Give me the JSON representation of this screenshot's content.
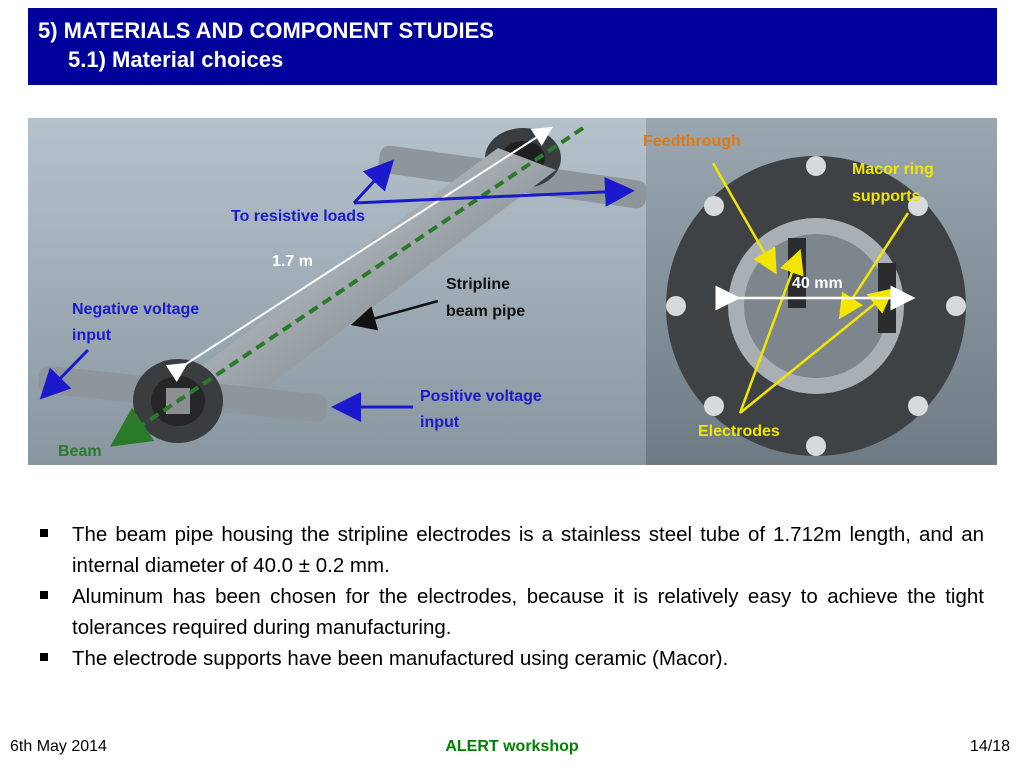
{
  "header": {
    "title": "5) MATERIALS AND COMPONENT STUDIES",
    "subtitle": "5.1) Material choices"
  },
  "figure": {
    "labels": {
      "to_resistive_loads": "To resistive loads",
      "length": "1.7 m",
      "stripline_1": "Stripline",
      "stripline_2": "beam pipe",
      "negative_1": "Negative voltage",
      "negative_2": "input",
      "positive_1": "Positive voltage",
      "positive_2": "input",
      "beam": "Beam",
      "feedthrough": "Feedthrough",
      "macor_1": "Macor ring",
      "macor_2": "supports",
      "diameter": "40 mm",
      "electrodes": "Electrodes"
    },
    "colors": {
      "blue": "#1a1acc",
      "green": "#2a7a2a",
      "orange": "#e07a10",
      "yellow": "#f2e600"
    }
  },
  "bullets": [
    "The beam pipe housing the stripline electrodes is a stainless steel tube of 1.712m length, and an internal diameter of 40.0 ± 0.2 mm.",
    "Aluminum has been chosen for the electrodes, because it is relatively easy to achieve the tight tolerances required during manufacturing.",
    "The electrode supports have been manufactured using ceramic (Macor)."
  ],
  "footer": {
    "date": "6th May 2014",
    "event": "ALERT workshop",
    "page": "14/18"
  }
}
